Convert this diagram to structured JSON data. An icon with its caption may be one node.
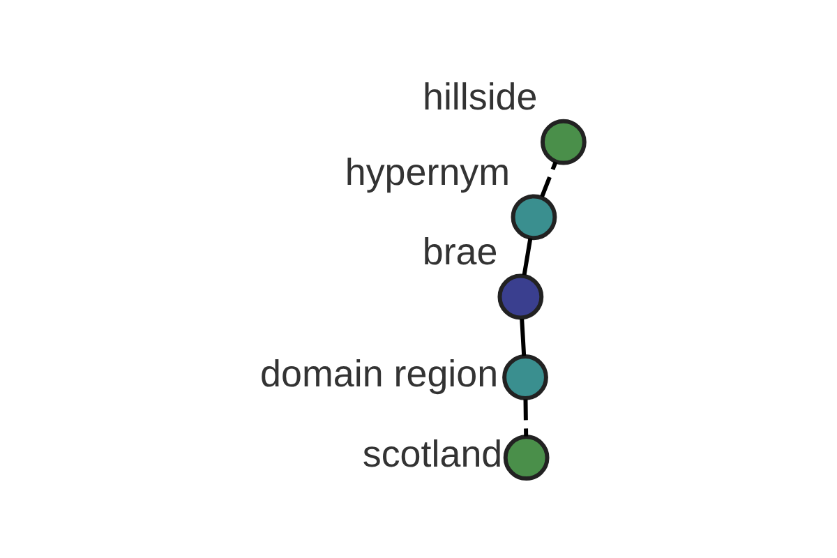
{
  "diagram": {
    "nodes": [
      {
        "text": [
          "brae"
        ]
      },
      {
        "text": [
          "domain region"
        ]
      },
      {
        "text": [
          "scotland"
        ]
      },
      {
        "text": [
          "hypernym"
        ]
      },
      {
        "text": [
          "hillside"
        ]
      }
    ],
    "edges": [
      {
        "from": 0,
        "to": 1,
        "arrow": "none"
      },
      {
        "from": 1,
        "to": 2,
        "arrow": "none",
        "style": "dashed"
      },
      {
        "from": 0,
        "to": 3,
        "arrow": "none"
      },
      {
        "from": 3,
        "to": 4,
        "arrow": "none",
        "style": "dashed"
      }
    ]
  }
}
